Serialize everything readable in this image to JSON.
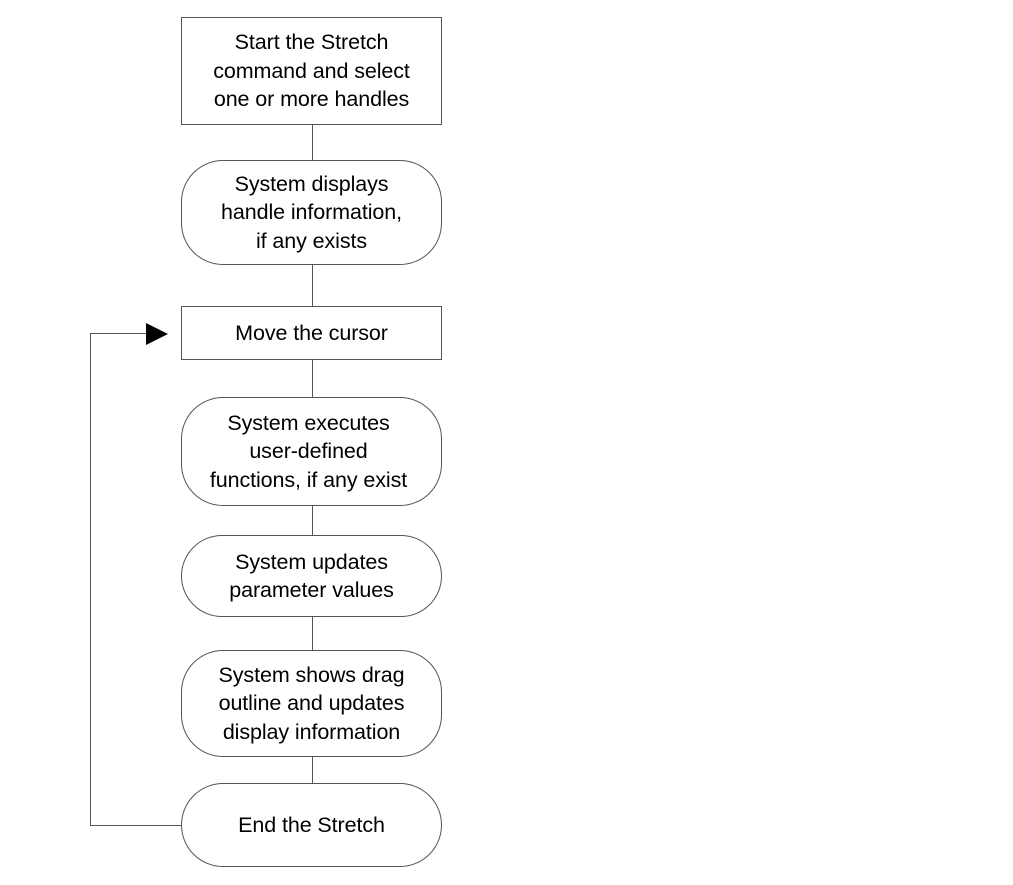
{
  "diagram": {
    "title": "Stretch command flowchart",
    "background_color": "#ffffff",
    "line_color": "#545454",
    "text_color": "#000000",
    "arrow_color": "#000000",
    "nodes": [
      {
        "id": "start-stretch-command",
        "shape": "rectangle",
        "text": "Start the Stretch\ncommand and select\none or more handles"
      },
      {
        "id": "system-displays-handle-information",
        "shape": "rounded",
        "text": "System displays\nhandle information,\nif any exists"
      },
      {
        "id": "move-the-cursor",
        "shape": "rectangle",
        "text": "Move the cursor"
      },
      {
        "id": "system-executes-user-defined-functions",
        "shape": "rounded",
        "text": "System executes\nuser-defined\nfunctions, if any exist"
      },
      {
        "id": "system-updates-parameter-values",
        "shape": "rounded",
        "text": "System updates\nparameter values"
      },
      {
        "id": "system-shows-drag-outline",
        "shape": "rounded",
        "text": "System shows drag\noutline and updates\ndisplay information"
      },
      {
        "id": "end-the-stretch",
        "shape": "rounded",
        "text": "End the Stretch"
      }
    ],
    "connectors": [
      {
        "id": "start-to-display",
        "kind": "vertical"
      },
      {
        "id": "display-to-move",
        "kind": "vertical"
      },
      {
        "id": "move-to-execute",
        "kind": "vertical"
      },
      {
        "id": "execute-to-update",
        "kind": "vertical"
      },
      {
        "id": "update-to-drag",
        "kind": "vertical"
      },
      {
        "id": "drag-to-end",
        "kind": "vertical"
      },
      {
        "id": "end-to-move-feedback",
        "kind": "loop-back",
        "arrow": "right-arrowhead"
      }
    ]
  }
}
